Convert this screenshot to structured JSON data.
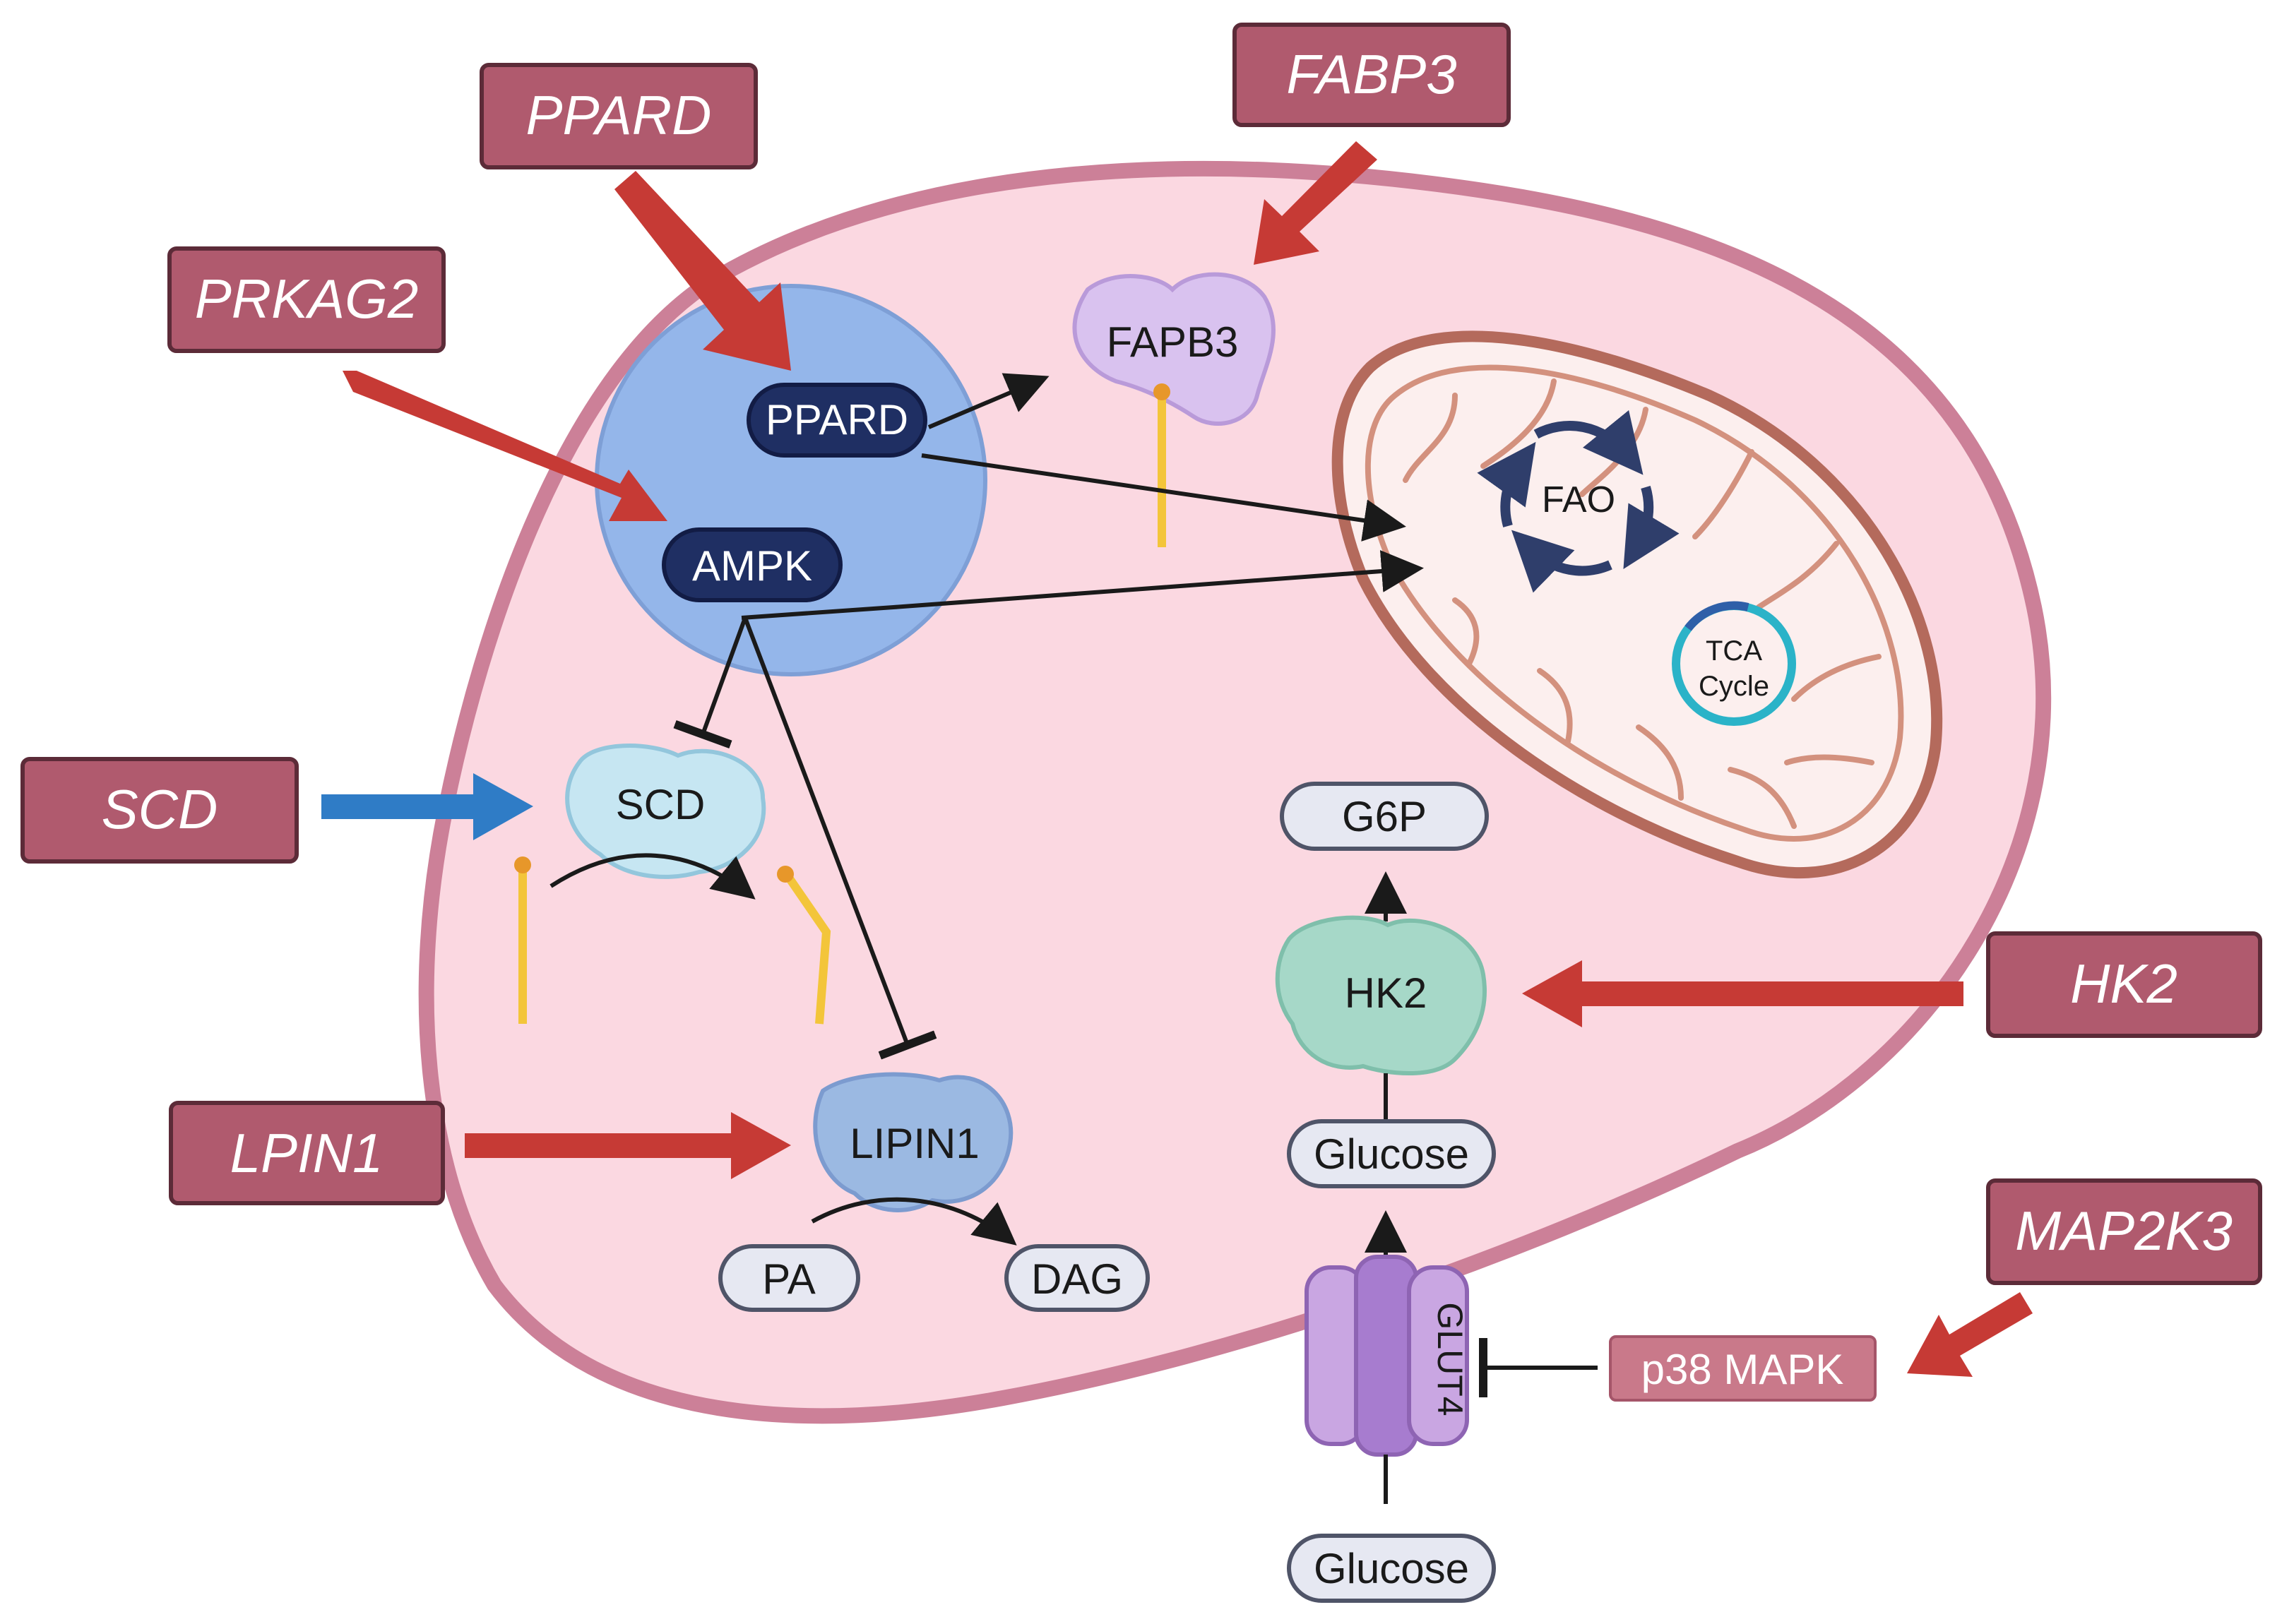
{
  "genes": {
    "ppard": "PPARD",
    "fabp3": "FABP3",
    "prkag2": "PRKAG2",
    "scd": "SCD",
    "lpin1": "LPIN1",
    "hk2": "HK2",
    "map2k3": "MAP2K3"
  },
  "nodes": {
    "ppard": "PPARD",
    "ampk": "AMPK",
    "fabp3_protein": "FAPB3",
    "scd_protein": "SCD",
    "lipin1": "LIPIN1",
    "hk2_protein": "HK2",
    "p38": "p38 MAPK",
    "glut4": "GLUT4"
  },
  "metabolites": {
    "g6p": "G6P",
    "glucose_in": "Glucose",
    "glucose_out": "Glucose",
    "pa": "PA",
    "dag": "DAG"
  },
  "mito": {
    "fao": "FAO",
    "tca_line1": "TCA",
    "tca_line2": "Cycle"
  },
  "colors": {
    "gene_box": "#b05a6e",
    "upregulated_arrow": "#c63a35",
    "downregulated_arrow": "#2f7cc6",
    "cell_fill": "#fbd8e1",
    "cell_border": "#cc8098",
    "nucleus": "#94b6ea",
    "dark_node": "#1f2f63",
    "fatty_acid": "#f3c53a"
  }
}
